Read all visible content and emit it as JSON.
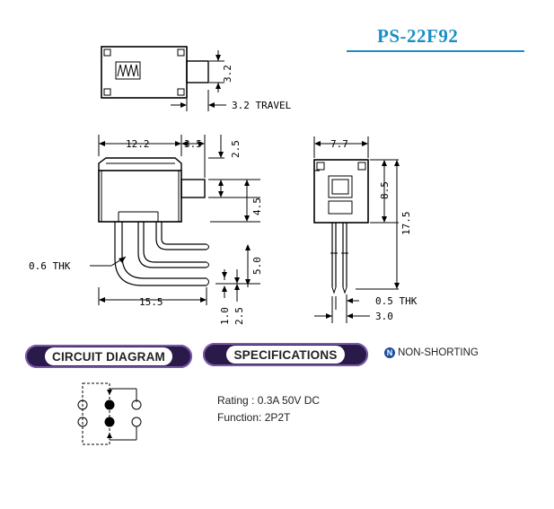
{
  "part_number": "PS-22F92",
  "top_view": {
    "dim_height": "3.2",
    "dim_travel": "3.2 TRAVEL"
  },
  "side_view": {
    "dim_width": "12.2",
    "dim_actuator": "3.5",
    "dim_top": "2.5",
    "dim_body": "4.5",
    "dim_pin_pitch": "5.0",
    "dim_length": "15.5",
    "dim_pin_a": "1.0",
    "dim_pin_b": "2.5",
    "label_thickness": "0.6 THK"
  },
  "front_view": {
    "dim_width": "7.7",
    "dim_upper": "8.5",
    "dim_total": "17.5",
    "label_thickness": "0.5 THK",
    "dim_pitch": "3.0"
  },
  "sections": {
    "circuit_title": "CIRCUIT DIAGRAM",
    "specs_title": "SPECIFICATIONS",
    "non_shorting_badge": "N",
    "non_shorting": "NON-SHORTING"
  },
  "specs": {
    "rating": "Rating : 0.3A 50V DC",
    "function": "Function: 2P2T"
  },
  "colors": {
    "accent": "#1a8fc4",
    "pill": "#2a1a4a"
  }
}
